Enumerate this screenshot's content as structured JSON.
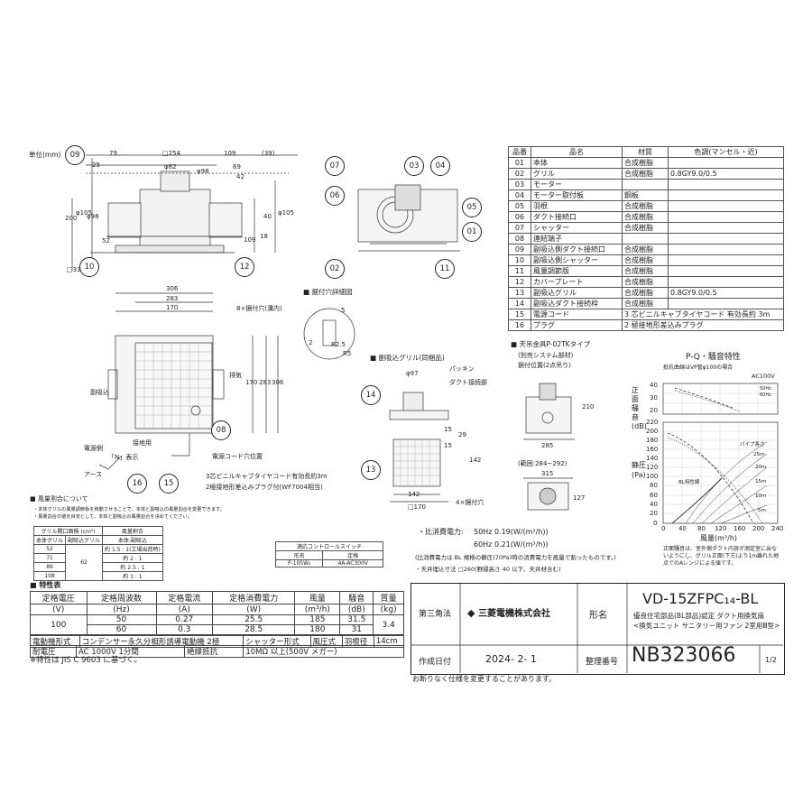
{
  "unit_label": "単位(mm)",
  "parts_table": {
    "headers": [
      "品番",
      "品名",
      "材質",
      "色調(マンセル・近)"
    ],
    "rows": [
      [
        "01",
        "本体",
        "合成樹脂",
        ""
      ],
      [
        "02",
        "グリル",
        "合成樹脂",
        "0.8GY9.0/0.5"
      ],
      [
        "03",
        "モーター",
        "",
        ""
      ],
      [
        "04",
        "モーター取付板",
        "鋼板",
        ""
      ],
      [
        "05",
        "羽根",
        "合成樹脂",
        ""
      ],
      [
        "06",
        "ダクト接続口",
        "合成樹脂",
        ""
      ],
      [
        "07",
        "シャッター",
        "合成樹脂",
        ""
      ],
      [
        "08",
        "連結端子",
        "",
        ""
      ],
      [
        "09",
        "副吸込側ダクト接続口",
        "合成樹脂",
        ""
      ],
      [
        "10",
        "副吸込側シャッター",
        "合成樹脂",
        ""
      ],
      [
        "11",
        "風量調節版",
        "合成樹脂",
        ""
      ],
      [
        "12",
        "カバープレート",
        "合成樹脂",
        ""
      ],
      [
        "13",
        "副吸込グリル",
        "合成樹脂",
        "0.8GY9.0/0.5"
      ],
      [
        "14",
        "副吸込ダクト接続枠",
        "合成樹脂",
        ""
      ],
      [
        "15",
        "電源コード",
        "3 芯ビニルキャブタイヤコード 有効長約 3m",
        ""
      ],
      [
        "16",
        "プラグ",
        "2 極接地形差込みプラグ",
        ""
      ]
    ]
  },
  "front_view": {
    "callouts": [
      "09",
      "10",
      "12"
    ],
    "dims": [
      "79",
      "□254",
      "109",
      "(39)",
      "25",
      "φ82",
      "69",
      "φ98",
      "42",
      "200",
      "φ105",
      "φ98",
      "φ105",
      "40",
      "52",
      "109",
      "18",
      "□330"
    ]
  },
  "side_view": {
    "callouts": [
      "07",
      "03",
      "04",
      "06",
      "05",
      "01",
      "02",
      "11"
    ]
  },
  "plan_view": {
    "dims": [
      "306",
      "283",
      "170",
      "170",
      "283",
      "306"
    ],
    "labels": {
      "screw_holes": "8×据付穴(溝内)",
      "exhaust": "排気",
      "sub_intake": "副吸込",
      "cord_pos": "電源コード穴位置",
      "ground_side": "電源側",
      "ground_mark": "「N」表示",
      "ground_wire": "接地用",
      "earth": "アース",
      "cord_note": "3芯ビニルキャブタイヤコード有効長約3m",
      "plug_note": "2極接地形差込みプラグ付(WF7004相当)"
    },
    "callouts": [
      "08",
      "16",
      "15"
    ]
  },
  "mount_detail": {
    "title": "据付穴詳細図",
    "dims": [
      "5",
      "2",
      "R2.5",
      "R5"
    ]
  },
  "sub_grille": {
    "title": "副吸込グリル(同梱品)",
    "labels": [
      "φ97",
      "パッキン",
      "ダクト接続部"
    ],
    "dims": [
      "15",
      "29",
      "15",
      "142",
      "142",
      "□170",
      "4×据付穴"
    ],
    "callouts": [
      "14",
      "13"
    ]
  },
  "hanger": {
    "title": "天吊金具P-02TKタイプ",
    "note1": "(別売システム部材)",
    "note2": "据付位置(2点吊り)",
    "dims": [
      "210",
      "285",
      "(範囲:284~292)",
      "315",
      "127"
    ]
  },
  "airflow_note": {
    "title": "■ 風量割合について",
    "lines": [
      "・本体グリルの風量調節板を移動させることで、本体と副吸込の風量割合を変更できます。",
      "・風量割合の値を目安として、本体と副吸込の風量割合を決めてください。"
    ],
    "table_headers": [
      "グリル開口面積 (cm²)",
      "風量割合"
    ],
    "sub_headers": [
      "本体グリル",
      "副吸込グリル",
      "本体:副吸込"
    ],
    "rows": [
      [
        "52",
        "",
        "約 1.5 : 1(工場出荷時)"
      ],
      [
        "71",
        "62",
        "約 2 : 1"
      ],
      [
        "89",
        "",
        "約 2.5 : 1"
      ],
      [
        "108",
        "",
        "約 3 : 1"
      ]
    ]
  },
  "control_switch": {
    "title": "適応コントロールスイッチ",
    "headers": [
      "形名",
      "定格"
    ],
    "row": [
      "P-10SW₂",
      "4A-AC300V"
    ]
  },
  "power": {
    "label": "・比消費電力:",
    "line1": "50Hz 0.19(W/(m³/h))",
    "line2": "60Hz 0.21(W/(m³/h))",
    "note1": "(比消費電力は BL 規格の静圧(70Pa)時の消費電力を風量で割ったものです。)",
    "note2": "・天井埋込寸法 □260(野縁高さ 40 以下、天井材含む)"
  },
  "pq_chart": {
    "title": "P-Q・騒音特性",
    "subtitle": "抵抗曲線はVP管φ100の場合",
    "voltage": "AC100V",
    "legend": [
      "50Hz",
      "60Hz"
    ],
    "noise_label": "正面騒音(dB)",
    "noise_ticks": [
      "40",
      "30",
      "20"
    ],
    "pressure_label": "静圧(Pa)",
    "pressure_ticks": [
      "220",
      "200",
      "180",
      "160",
      "140",
      "120",
      "100",
      "80",
      "60",
      "40",
      "20",
      "0"
    ],
    "x_ticks": [
      "0",
      "40",
      "80",
      "120",
      "160",
      "200",
      "240"
    ],
    "x_label": "風量(m³/h)",
    "pipe_label": "パイプ長さ",
    "pipe_lengths": [
      "25m",
      "20m",
      "15m",
      "10m",
      "5m"
    ],
    "bl_label": "BL特性線",
    "note": "正面騒音は、室外側ダクト内容が測定室に出ないようにし、グリル正面(下方)より1m離れた地点でのAレンジによる値です。"
  },
  "spec_table": {
    "title": "■ 特性表",
    "headers": [
      [
        "定格電圧",
        "(V)"
      ],
      [
        "定格周波数",
        "(Hz)"
      ],
      [
        "定格電流",
        "(A)"
      ],
      [
        "定格消費電力",
        "(W)"
      ],
      [
        "風量",
        "(m³/h)"
      ],
      [
        "騒音",
        "(dB)"
      ],
      [
        "質量",
        "(kg)"
      ]
    ],
    "voltage": "100",
    "rows": [
      [
        "50",
        "0.27",
        "25.5",
        "185",
        "31.5"
      ],
      [
        "60",
        "0.3",
        "28.5",
        "180",
        "31"
      ]
    ],
    "mass": "3.4",
    "row3": [
      "電動機形式",
      "コンデンサー永久分相形誘導電動機 2極",
      "シャッター形式",
      "風圧式",
      "羽根径",
      "14cm"
    ],
    "row4": [
      "耐電圧",
      "AC 1000V 1分間",
      "絶縁抵抗",
      "10MΩ 以上(500V メガー)"
    ],
    "footnote": "※特性は JIS C 9603 に基づく。"
  },
  "title_block": {
    "projection": "第三角法",
    "company": "三菱電機株式会社",
    "model_label": "形名",
    "model": "VD-15ZFPC₁₄-BL",
    "desc1": "優良住宅部品(BL部品)認定 ダクト用換気扇",
    "desc2": "<換気ユニット サニタリー用ファン 2室用Ⅲ型>",
    "date_label": "作成日付",
    "date": "2024- 2- 1",
    "number_label": "整理番号",
    "number": "NB323066",
    "page": "1/2",
    "note": "お断りなく仕様を変更することがあります。"
  }
}
